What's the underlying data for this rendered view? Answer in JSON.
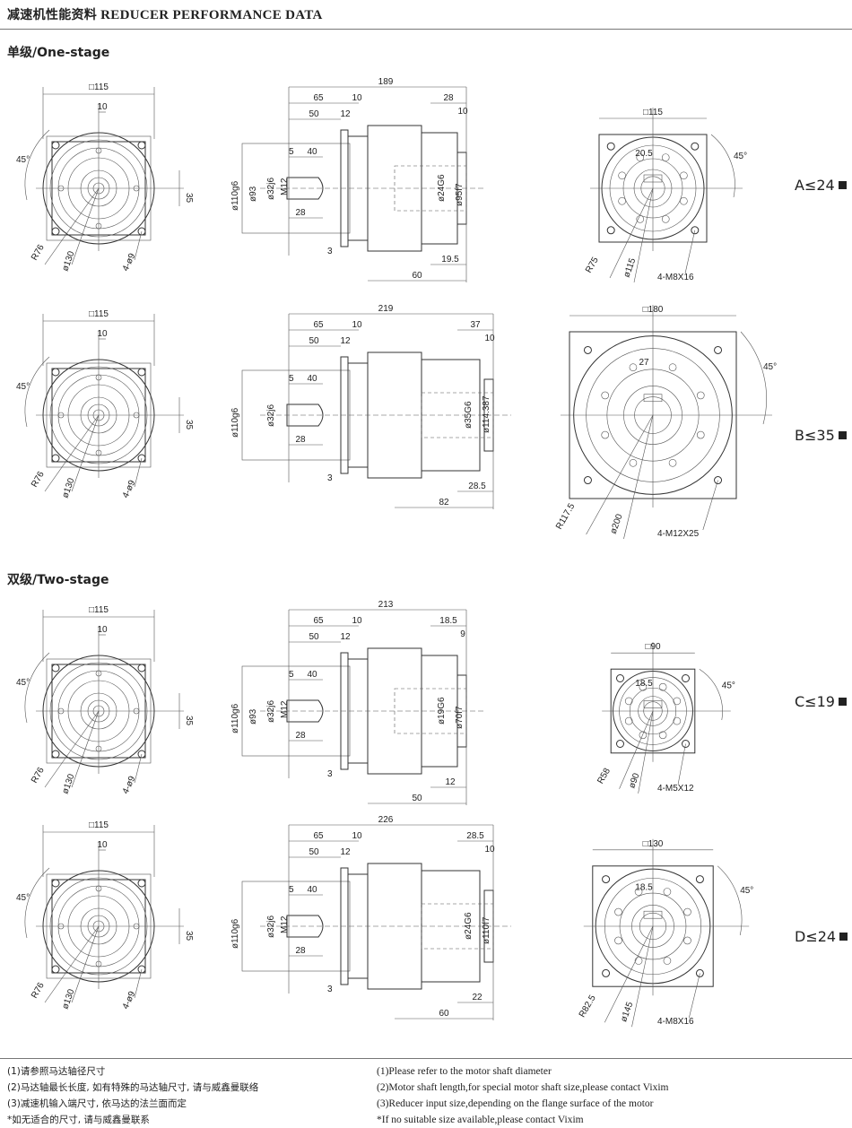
{
  "header": {
    "title_cn": "减速机性能资料",
    "title_en": "REDUCER PERFORMANCE DATA"
  },
  "sections": {
    "one_stage": "单级/One-stage",
    "two_stage": "双级/Two-stage"
  },
  "rows": [
    {
      "ratio": "A≤24",
      "front": {
        "square": "□115",
        "d10": "10",
        "angle": "45°",
        "d35": "35",
        "r": "R76",
        "pcd": "ø130",
        "holes": "4-ø9"
      },
      "side": {
        "L": "189",
        "a65": "65",
        "a10": "10",
        "a50": "50",
        "a12": "12",
        "a5": "5",
        "a40": "40",
        "a28": "28",
        "a3": "3",
        "p1": "ø110g6",
        "p2": "ø93",
        "p3": "ø32j6",
        "m": "M12",
        "b28": "28",
        "b10": "10",
        "o1": "ø24G6",
        "o2": "ø95f7",
        "b195": "19.5",
        "b60": "60"
      },
      "back": {
        "square": "□115",
        "d": "20.5",
        "angle": "45°",
        "r": "R75",
        "pcd": "ø115",
        "holes": "4-M8X16"
      }
    },
    {
      "ratio": "B≤35",
      "front": {
        "square": "□115",
        "d10": "10",
        "angle": "45°",
        "d35": "35",
        "r": "R76",
        "pcd": "ø130",
        "holes": "4-ø9"
      },
      "side": {
        "L": "219",
        "a65": "65",
        "a10": "10",
        "a50": "50",
        "a12": "12",
        "a5": "5",
        "a40": "40",
        "a28": "28",
        "a3": "3",
        "p1": "ø110g6",
        "p2": "",
        "p3": "ø32j6",
        "m": "",
        "b28": "37",
        "b10": "10",
        "o1": "ø35G6",
        "o2": "ø114.387",
        "b195": "28.5",
        "b60": "82"
      },
      "back": {
        "square": "□180",
        "d": "27",
        "angle": "45°",
        "r": "R117.5",
        "pcd": "ø200",
        "holes": "4-M12X25"
      }
    },
    {
      "ratio": "C≤19",
      "front": {
        "square": "□115",
        "d10": "10",
        "angle": "45°",
        "d35": "35",
        "r": "R76",
        "pcd": "ø130",
        "holes": "4-ø9"
      },
      "side": {
        "L": "213",
        "a65": "65",
        "a10": "10",
        "a50": "50",
        "a12": "12",
        "a5": "5",
        "a40": "40",
        "a28": "28",
        "a3": "3",
        "p1": "ø110g6",
        "p2": "ø93",
        "p3": "ø32j6",
        "m": "M12",
        "b28": "18.5",
        "b10": "9",
        "o1": "ø19G6",
        "o2": "ø70f7",
        "b195": "12",
        "b60": "50"
      },
      "back": {
        "square": "□90",
        "d": "18.5",
        "angle": "45°",
        "r": "R58",
        "pcd": "ø90",
        "holes": "4-M5X12"
      }
    },
    {
      "ratio": "D≤24",
      "front": {
        "square": "□115",
        "d10": "10",
        "angle": "45°",
        "d35": "35",
        "r": "R76",
        "pcd": "ø130",
        "holes": "4-ø9"
      },
      "side": {
        "L": "226",
        "a65": "65",
        "a10": "10",
        "a50": "50",
        "a12": "12",
        "a5": "5",
        "a40": "40",
        "a28": "28",
        "a3": "3",
        "p1": "ø110g6",
        "p2": "",
        "p3": "ø32j6",
        "m": "M12",
        "b28": "28.5",
        "b10": "10",
        "o1": "ø24G6",
        "o2": "ø110f7",
        "b195": "22",
        "b60": "60"
      },
      "back": {
        "square": "□130",
        "d": "18.5",
        "angle": "45°",
        "r": "R82.5",
        "pcd": "ø145",
        "holes": "4-M8X16"
      }
    }
  ],
  "notes_cn": [
    "(1)请参照马达轴径尺寸",
    "(2)马达轴最长长度, 如有特殊的马达轴尺寸, 请与威鑫曼联络",
    "(3)减速机输入端尺寸, 依马达的法兰面而定",
    "*如无适合的尺寸, 请与威鑫曼联系"
  ],
  "notes_en": [
    "(1)Please refer to the motor shaft diameter",
    "(2)Motor shaft length,for special motor shaft size,please contact Vixim",
    "(3)Reducer input size,depending on the flange surface of the motor",
    "*If no suitable size available,please contact Vixim"
  ]
}
